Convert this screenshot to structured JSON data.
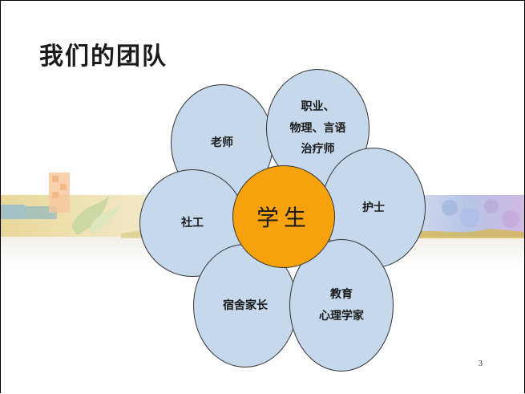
{
  "slide": {
    "title": "我们的团队",
    "page_number": "3"
  },
  "diagram": {
    "center": {
      "label": "学生",
      "color": "#f7a20d"
    },
    "petal_color": "#c6d9ec",
    "petals": [
      {
        "id": "teacher",
        "label": "老师"
      },
      {
        "id": "therapist",
        "label": "职业、\n物理、言语\n治疗师"
      },
      {
        "id": "social-worker",
        "label": "社工"
      },
      {
        "id": "nurse",
        "label": "护士"
      },
      {
        "id": "dorm-parent",
        "label": "宿舍家长"
      },
      {
        "id": "psychologist",
        "label": "教育\n心理学家"
      }
    ]
  }
}
